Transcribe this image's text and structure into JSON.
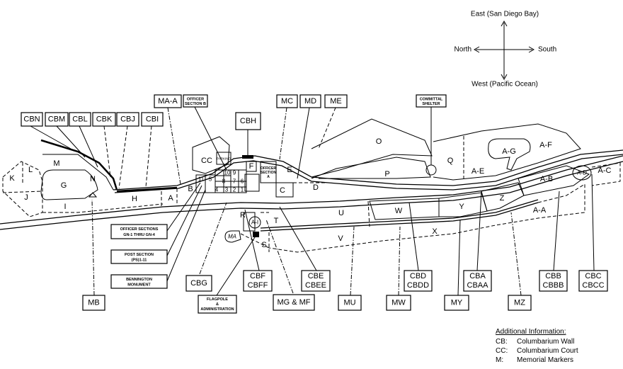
{
  "compass": {
    "east": "East (San Diego Bay)",
    "west": "West (Pacific Ocean)",
    "north": "North",
    "south": "South"
  },
  "callouts": {
    "cbn": "CBN",
    "cbm": "CBM",
    "cbl": "CBL",
    "cbk": "CBK",
    "cbj": "CBJ",
    "cbi": "CBI",
    "ma_a": "MA-A",
    "officer_b_1": "OFFICER",
    "officer_b_2": "SECTION B",
    "cbh": "CBH",
    "mc": "MC",
    "md": "MD",
    "me": "ME",
    "committal_1": "COMMITTAL",
    "committal_2": "SHELTER",
    "officer_gn_1": "OFFICER SECTIONS",
    "officer_gn_2": "GN-1 THRU GN-4",
    "post_1": "POST SECTION",
    "post_2": "(PS)1-11",
    "benn_1": "BENNINGTON",
    "benn_2": "MONUMENT",
    "cbg": "CBG",
    "cbf_1": "CBF",
    "cbf_2": "CBFF",
    "flag_1": "FLAGPOLE",
    "flag_2": "&",
    "flag_3": "ADMINISTRATION",
    "cbe_1": "CBE",
    "cbe_2": "CBEE",
    "mg_mf": "MG & MF",
    "mu": "MU",
    "cbd_1": "CBD",
    "cbd_2": "CBDD",
    "mw": "MW",
    "cba_1": "CBA",
    "cba_2": "CBAA",
    "my": "MY",
    "mz": "MZ",
    "cbb_1": "CBB",
    "cbb_2": "CBBB",
    "cbc_1": "CBC",
    "cbc_2": "CBCC",
    "mb": "MB"
  },
  "sections": {
    "k": "K",
    "l": "L",
    "m": "M",
    "g": "G",
    "n": "N",
    "j": "J",
    "i": "I",
    "h": "H",
    "a": "A",
    "b": "B",
    "cc": "CC",
    "parking": "PARKING",
    "ps11": "11",
    "ps5": "5",
    "ps10": "10",
    "ps9": "9",
    "ps8": "8",
    "ps7": "7",
    "ps6": "6",
    "ps4": "4",
    "ps3": "3",
    "ps2": "2",
    "ps1": "1",
    "f": "F",
    "officer_a_1": "OFFICER",
    "officer_a_2": "SECTION",
    "officer_a_3": "A",
    "e": "E",
    "c": "C",
    "d": "D",
    "o": "O",
    "p": "P",
    "q": "Q",
    "ag": "A-G",
    "af": "A-F",
    "ae": "A-E",
    "ad": "A-D",
    "ac": "A-C",
    "ab": "A-B",
    "z": "Z",
    "y": "Y",
    "aa": "A-A",
    "w": "W",
    "u": "U",
    "x": "X",
    "v": "V",
    "t": "T",
    "r": "R",
    "s": "S",
    "ai": "A-I",
    "ma": "MA"
  },
  "legend": {
    "title": "Additional Information:",
    "items": [
      {
        "key": "CB:",
        "value": "Columbarium Wall"
      },
      {
        "key": "CC:",
        "value": "Columbarium Court"
      },
      {
        "key": "M:",
        "value": "Memorial Markers"
      }
    ]
  }
}
